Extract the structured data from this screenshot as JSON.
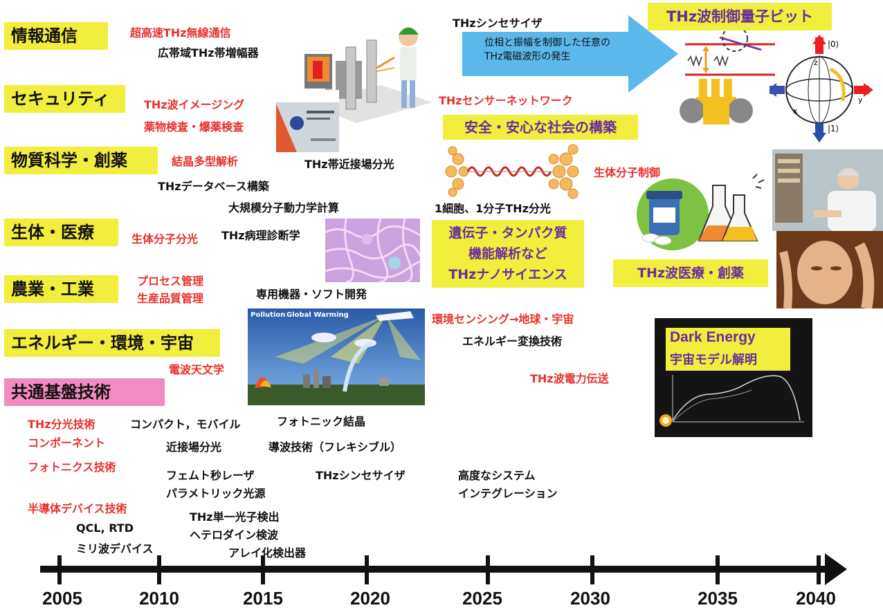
{
  "categories": [
    "情報通信",
    "セキュリティ",
    "物質科学・創薬",
    "生体・医療",
    "農業・工業",
    "エネルギー・環境・宇宙"
  ],
  "common_base": "共通基盤技術",
  "labels": {
    "ultrafast_wireless": "超高速THz無線通信",
    "wideband_amp": "広帯域THz帯増幅器",
    "thz_imaging": "THz波イメージング",
    "drug_inspection": "薬物検査・爆薬検査",
    "crystal_poly": "結晶多型解析",
    "near_field": "THz帯近接場分光",
    "database": "THzデータベース構築",
    "md_calc": "大規模分子動力学計算",
    "bio_spectro": "生体分子分光",
    "pathology": "THz病理診断学",
    "process_mgmt": "プロセス管理",
    "quality_mgmt": "生産品質管理",
    "dedicated_devices": "専用機器・ソフト開発",
    "radio_astronomy": "電波天文学",
    "synthesizer_top": "THzシンセサイザ",
    "waveform_gen": "位相と振幅を制御した任意の\nTHz電磁波形の発生",
    "sensor_network": "THzセンサーネットワーク",
    "safe_society": "安全・安心な社会の構築",
    "single_cell": "1細胞、1分子THz分光",
    "gene_protein": "遺伝子・タンパク質\n機能解析など\nTHzナノサイエンス",
    "bio_control": "生体分子制御",
    "thz_medical": "THz波医療・創薬",
    "qubit": "THz波制御量子ビット",
    "env_sensing": "環境センシング→地球・宇宙",
    "energy_conv": "エネルギー変換技術",
    "power_trans": "THz波電力伝送",
    "dark_energy_1": "Dark  Energy",
    "dark_energy_2": "宇宙モデル解明",
    "thz_spectro_tech": "THz分光技術",
    "component": "コンポーネント",
    "photonics": "フォトニクス技術",
    "semiconductor": "半導体デバイス技術",
    "qcl": "QCL, RTD",
    "mm_device": "ミリ波デバイス",
    "compact": "コンパクト，モバイル",
    "near_field2": "近接場分光",
    "femto": "フェムト秒レーザ",
    "parametric": "パラメトリック光源",
    "single_photon": "THz単一光子検出",
    "heterodyne": "ヘテロダイン検波",
    "array": "アレイ化検出器",
    "photonic_crystal": "フォトニック結晶",
    "waveguide": "導波技術（フレキシブル）",
    "synthesizer": "THzシンセサイザ",
    "advanced_1": "高度なシステム",
    "advanced_2": "インテグレーション"
  },
  "timeline": {
    "years": [
      "2005",
      "2010",
      "2015",
      "2020",
      "2025",
      "2030",
      "2035",
      "2040"
    ]
  },
  "image_text": {
    "pollution": "Pollution",
    "global_warming": "Global Warming",
    "ket0": "|0⟩",
    "ket1": "|1⟩",
    "axis_x": "x",
    "axis_y": "y",
    "axis_z": "z"
  },
  "colors": {
    "category_bg": "#f1ee3e",
    "common_bg": "#f08cbf",
    "red_text": "#e8302a",
    "purple_text": "#6a2d9a",
    "arrow_blue": "#5bb8ea"
  }
}
